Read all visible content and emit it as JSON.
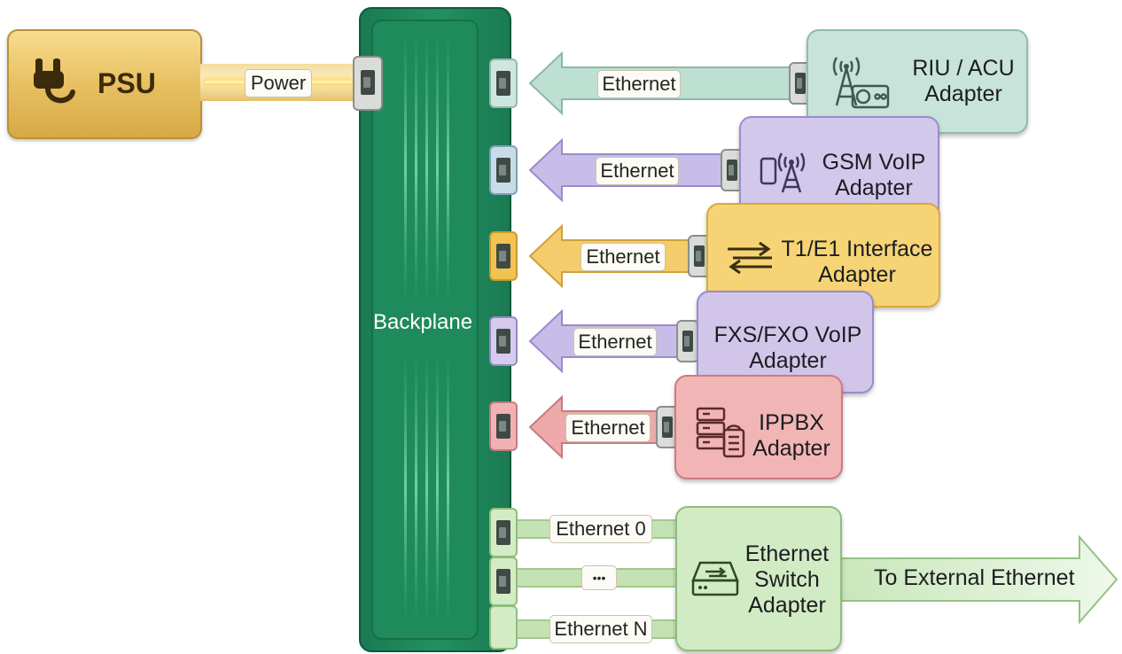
{
  "psu": {
    "label": "PSU",
    "icon": "plug-icon"
  },
  "power": {
    "label": "Power"
  },
  "backplane": {
    "label": "Backplane"
  },
  "links": {
    "riu": "Ethernet",
    "gsm": "Ethernet",
    "t1": "Ethernet",
    "fxs": "Ethernet",
    "ippbx": "Ethernet",
    "switch_first": "Ethernet 0",
    "switch_mid": "•••",
    "switch_last": "Ethernet N"
  },
  "adapters": {
    "riu": {
      "line1": "RIU / ACU",
      "line2": "Adapter",
      "icon": "radio-tower-control-icon",
      "color": "#c8e3da"
    },
    "gsm": {
      "line1": "GSM VoIP",
      "line2": "Adapter",
      "icon": "phone-tower-icon",
      "color": "#d2c8ec"
    },
    "t1": {
      "line1": "T1/E1 Interface",
      "line2": "Adapter",
      "icon": "bidirectional-arrows-icon",
      "color": "#f6d476"
    },
    "fxs": {
      "line1": "FXS/FXO VoIP",
      "line2": "Adapter",
      "color": "#d1c6ea"
    },
    "ippbx": {
      "line1": "IPPBX",
      "line2": "Adapter",
      "icon": "server-phone-icon",
      "color": "#f2b5b6"
    },
    "switch": {
      "line1": "Ethernet",
      "line2": "Switch",
      "line3": "Adapter",
      "icon": "network-switch-icon",
      "color": "#d1ebc4"
    }
  },
  "external": {
    "label": "To External Ethernet"
  }
}
